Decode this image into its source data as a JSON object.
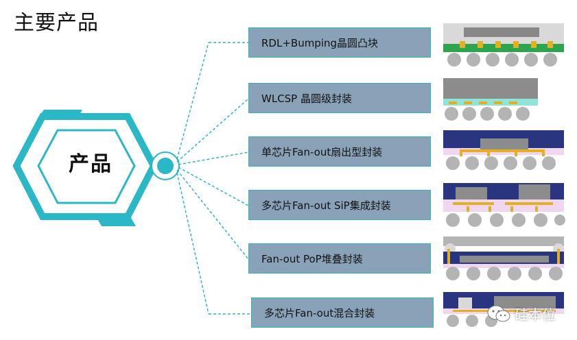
{
  "header": {
    "title": "主要产品"
  },
  "hub": {
    "label": "产品",
    "color": "#2bb8c6"
  },
  "products": [
    {
      "id": "rdl-bumping",
      "label": "RDL+Bumping晶圆凸块",
      "icon": "wafer-bump-diagram"
    },
    {
      "id": "wlcsp",
      "label": "WLCSP 晶圆级封装",
      "icon": "wlcsp-diagram"
    },
    {
      "id": "single-fanout",
      "label": "单芯片Fan-out扇出型封装",
      "icon": "single-chip-fanout-diagram"
    },
    {
      "id": "multi-fanout-sip",
      "label": "多芯片Fan-out SiP集成封装",
      "icon": "multi-chip-sip-diagram"
    },
    {
      "id": "fanout-pop",
      "label": "Fan-out PoP堆叠封装",
      "icon": "pop-stack-diagram"
    },
    {
      "id": "multi-fanout-hybrid",
      "label": "多芯片Fan-out混合封装",
      "icon": "hybrid-fanout-diagram"
    }
  ],
  "watermark": {
    "text": "硅本位",
    "icon": "wechat-icon"
  }
}
